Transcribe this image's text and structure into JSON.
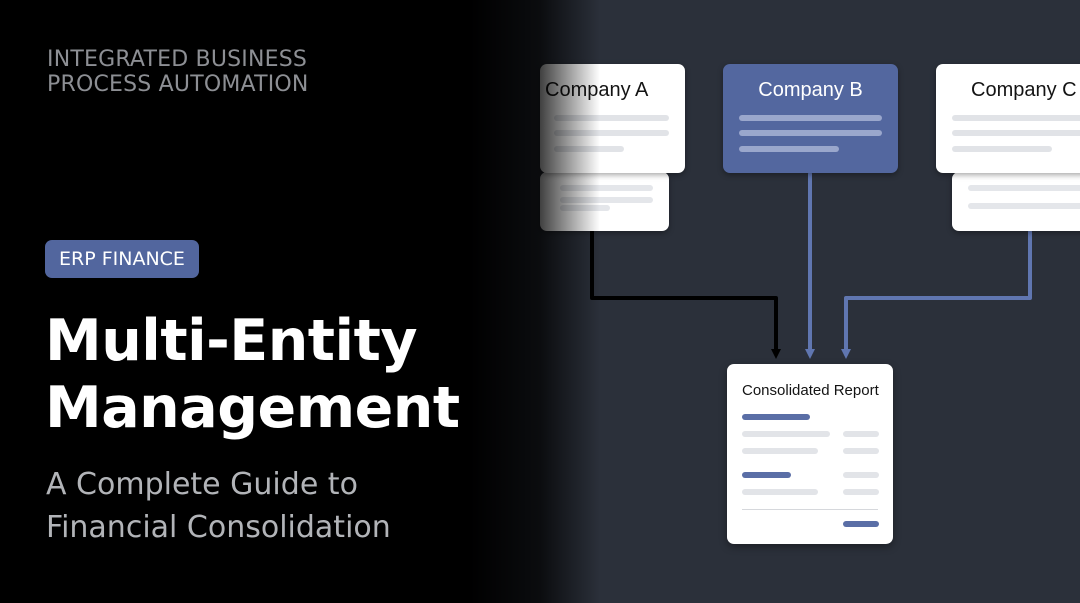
{
  "header": {
    "eyebrow_line1": "INTEGRATED BUSINESS",
    "eyebrow_line2": "PROCESS AUTOMATION"
  },
  "badge": "ERP FINANCE",
  "title": {
    "line1": "Multi-Entity",
    "line2": "Management"
  },
  "subtitle": {
    "line1": "A Complete Guide to",
    "line2": "Financial Consolidation"
  },
  "diagram": {
    "companies": [
      {
        "name": "Company A"
      },
      {
        "name": "Company B"
      },
      {
        "name": "Company C"
      }
    ],
    "report_title": "Consolidated Report"
  },
  "colors": {
    "accent": "#53679f",
    "background": "#2b303a",
    "panel": "#000000",
    "connector_dark": "#000000",
    "connector_blue": "#6076b0"
  }
}
